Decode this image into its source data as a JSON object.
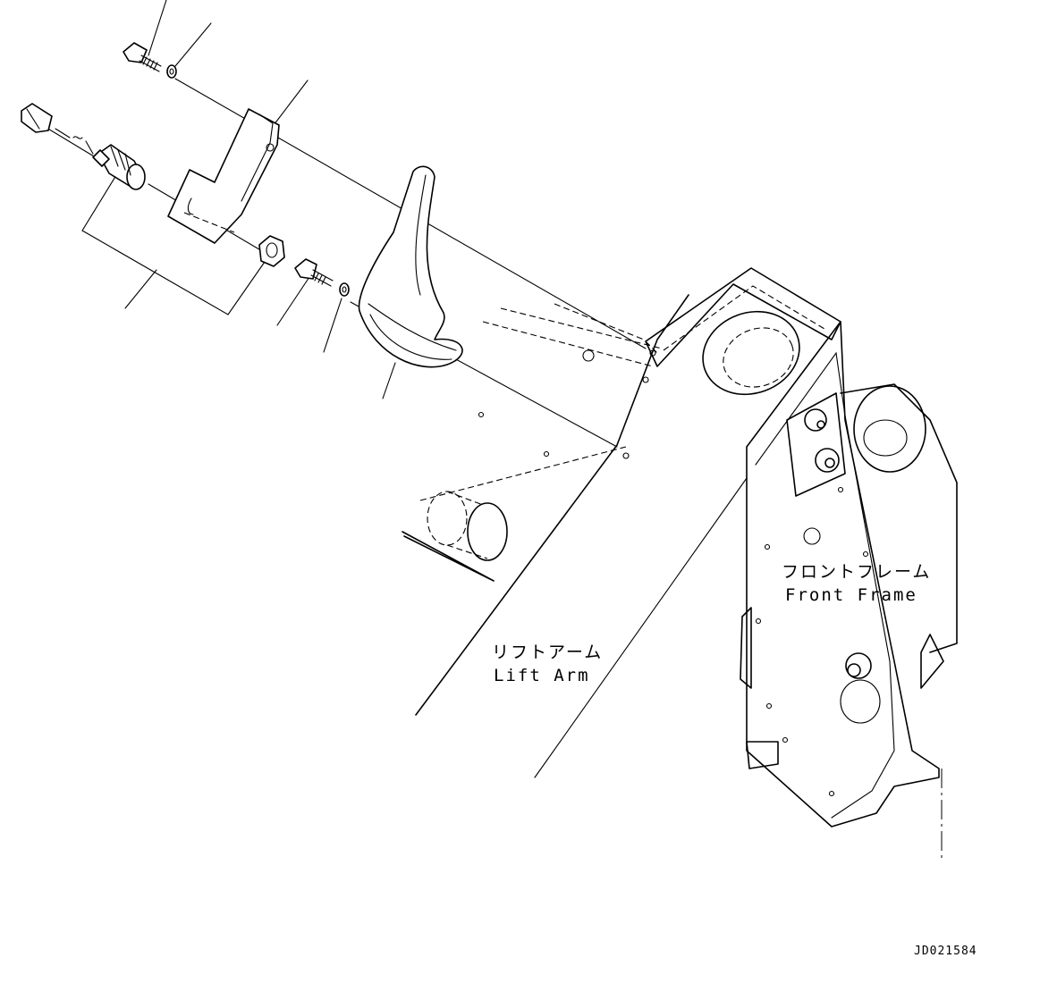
{
  "labels": {
    "lift_arm_jp": "リフトアーム",
    "lift_arm_en": "Lift Arm",
    "front_frame_jp": "フロントフレーム",
    "front_frame_en": "Front Frame"
  },
  "drawing_code": "JD021584"
}
